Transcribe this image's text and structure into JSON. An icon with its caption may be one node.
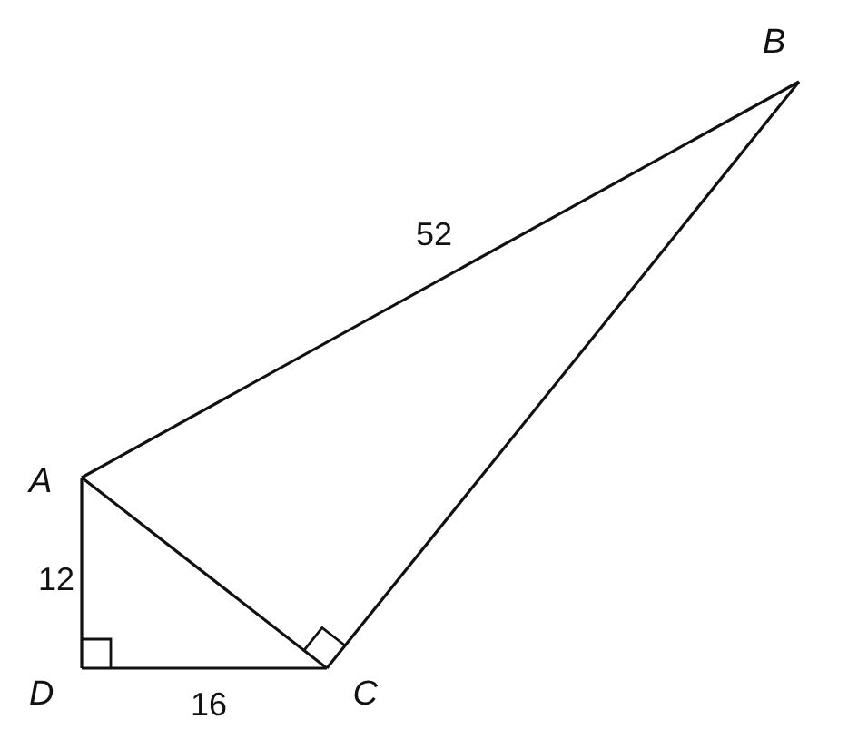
{
  "diagram": {
    "nodes": [
      {
        "text": [
          "B"
        ]
      },
      {
        "text": [
          "A"
        ]
      },
      {
        "text": [
          "D"
        ]
      },
      {
        "text": [
          "C"
        ]
      }
    ],
    "edges": [
      {
        "from": 1,
        "to": 0,
        "arrow": "none",
        "label": "52"
      },
      {
        "from": 0,
        "to": 3,
        "arrow": "none"
      },
      {
        "from": 1,
        "to": 3,
        "arrow": "none"
      },
      {
        "from": 1,
        "to": 2,
        "arrow": "none",
        "label": "12"
      },
      {
        "from": 2,
        "to": 3,
        "arrow": "none",
        "label": "16"
      }
    ]
  }
}
